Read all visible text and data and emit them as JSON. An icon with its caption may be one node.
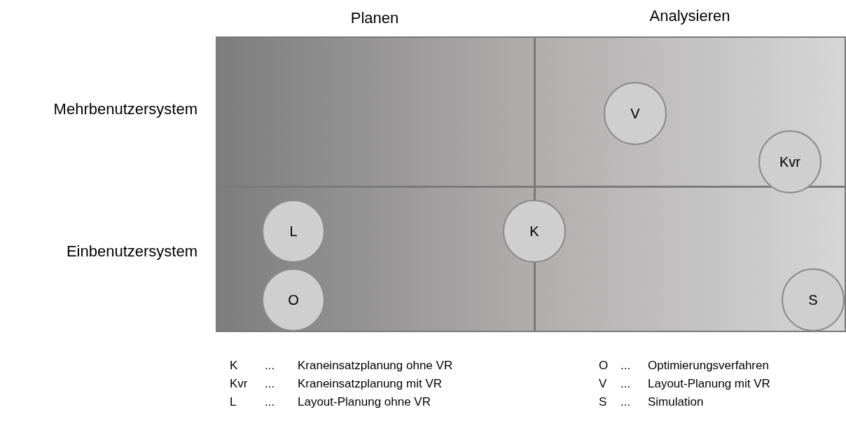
{
  "diagram": {
    "nodes": [
      {
        "text": [
          "V"
        ]
      },
      {
        "text": [
          "Kvr"
        ]
      },
      {
        "text": [
          "L"
        ]
      },
      {
        "text": [
          "K"
        ]
      },
      {
        "text": [
          "O"
        ]
      },
      {
        "text": [
          "S"
        ]
      }
    ],
    "edges": [],
    "labels": [
      "Planen",
      "Analysieren",
      "Mehrbenutzersystem",
      "Einbenutzersystem",
      "K",
      "...",
      "Kraneinsatzplanung ohne VR",
      "O",
      "...",
      "Optimierungsverfahren",
      "Kvr",
      "...",
      "Kraneinsatzplanung mit VR",
      "V",
      "...",
      "Layout-Planung mit VR",
      "L",
      "...",
      "Layout-Planung ohne VR",
      "S",
      "...",
      "Simulation"
    ]
  }
}
